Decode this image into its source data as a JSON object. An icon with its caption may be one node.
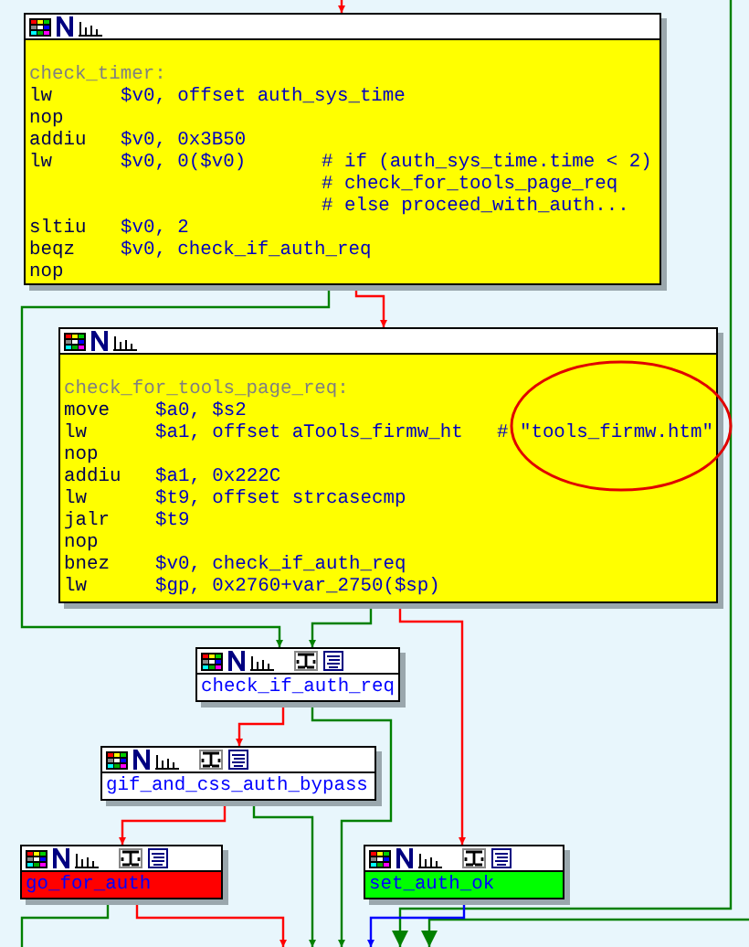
{
  "diagram": {
    "nodes": [
      {
        "text": [
          "check_timer:",
          "lw $v0, offset auth_sys_time",
          "nop",
          "addiu $v0, 0x3B50",
          "lw $v0, 0($v0) # if (auth_sys_time.time < 2)",
          "# check_for_tools_page_req",
          "# else proceed_with_auth...",
          "sltiu $v0, 2",
          "beqz $v0, check_if_auth_req",
          "nop"
        ]
      },
      {
        "text": [
          "check_for_tools_page_req:",
          "move $a0, $s2",
          "lw $a1, offset aTools_firmw_ht # \"tools_firmw.htm\"",
          "nop",
          "addiu $a1, 0x222C",
          "lw $t9, offset strcasecmp",
          "jalr $t9",
          "nop",
          "bnez $v0, check_if_auth_req",
          "lw $gp, 0x2760+var_2750($sp)"
        ]
      },
      {
        "text": [
          "check_if_auth_req"
        ]
      },
      {
        "text": [
          "gif_and_css_auth_bypass"
        ]
      },
      {
        "text": [
          "go_for_auth"
        ]
      },
      {
        "text": [
          "set_auth_ok"
        ]
      }
    ],
    "edges": [
      {
        "from": null,
        "to": 0,
        "arrow": "to",
        "color": "#ff0000"
      },
      {
        "from": 0,
        "to": 1,
        "arrow": "to",
        "color": "#ff0000"
      },
      {
        "from": 0,
        "to": 2,
        "arrow": "to",
        "color": "#008000"
      },
      {
        "from": 1,
        "to": 2,
        "arrow": "to",
        "color": "#008000"
      },
      {
        "from": 1,
        "to": 5,
        "arrow": "to",
        "color": "#ff0000"
      },
      {
        "from": 2,
        "to": 3,
        "arrow": "to",
        "color": "#ff0000"
      },
      {
        "from": 2,
        "to": null,
        "arrow": "to",
        "color": "#008000"
      },
      {
        "from": 3,
        "to": 4,
        "arrow": "to",
        "color": "#ff0000"
      },
      {
        "from": 3,
        "to": null,
        "arrow": "to",
        "color": "#008000"
      },
      {
        "from": 4,
        "to": null,
        "arrow": "to",
        "color": "#ff0000"
      },
      {
        "from": 4,
        "to": null,
        "arrow": "none",
        "color": "#008000"
      },
      {
        "from": 5,
        "to": null,
        "arrow": "to",
        "color": "#0000ff"
      }
    ]
  }
}
